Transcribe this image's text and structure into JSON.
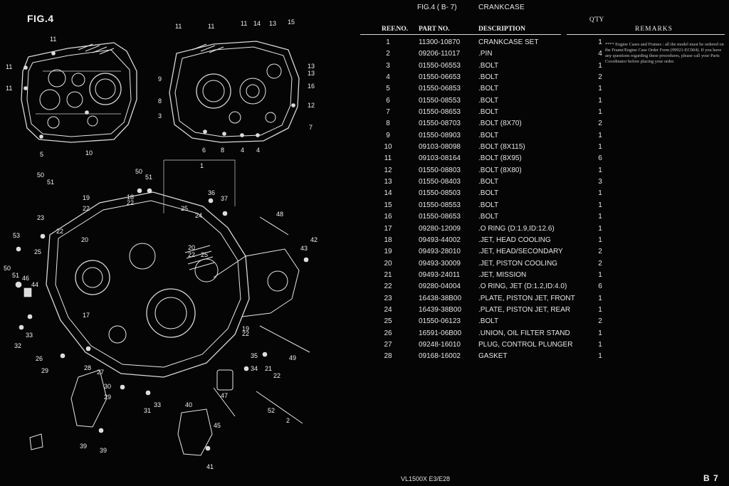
{
  "figure": {
    "label": "FIG.4"
  },
  "header": {
    "fig_ref": "FIG.4  ( B- 7)",
    "title": "CRANKCASE"
  },
  "table": {
    "columns": {
      "ref": "REF.NO.",
      "part": "PART NO.",
      "desc": "DESCRIPTION",
      "qty": "Q'TY",
      "remarks": "REMARKS"
    },
    "rows": [
      {
        "ref": "1",
        "part": "11300-10870",
        "desc": "CRANKCASE SET",
        "qty": "1"
      },
      {
        "ref": "2",
        "part": "09206-11017",
        "desc": ".PIN",
        "qty": "4"
      },
      {
        "ref": "3",
        "part": "01550-06553",
        "desc": ".BOLT",
        "qty": "1"
      },
      {
        "ref": "4",
        "part": "01550-06653",
        "desc": ".BOLT",
        "qty": "2"
      },
      {
        "ref": "5",
        "part": "01550-06853",
        "desc": ".BOLT",
        "qty": "1"
      },
      {
        "ref": "6",
        "part": "01550-08553",
        "desc": ".BOLT",
        "qty": "1"
      },
      {
        "ref": "7",
        "part": "01550-08653",
        "desc": ".BOLT",
        "qty": "1"
      },
      {
        "ref": "8",
        "part": "01550-08703",
        "desc": ".BOLT (8X70)",
        "qty": "2"
      },
      {
        "ref": "9",
        "part": "01550-08903",
        "desc": ".BOLT",
        "qty": "1"
      },
      {
        "ref": "10",
        "part": "09103-08098",
        "desc": ".BOLT (8X115)",
        "qty": "1"
      },
      {
        "ref": "11",
        "part": "09103-08164",
        "desc": ".BOLT (8X95)",
        "qty": "6"
      },
      {
        "ref": "12",
        "part": "01550-08803",
        "desc": ".BOLT (8X80)",
        "qty": "1"
      },
      {
        "ref": "13",
        "part": "01550-08403",
        "desc": ".BOLT",
        "qty": "3"
      },
      {
        "ref": "14",
        "part": "01550-08503",
        "desc": ".BOLT",
        "qty": "1"
      },
      {
        "ref": "15",
        "part": "01550-08553",
        "desc": ".BOLT",
        "qty": "1"
      },
      {
        "ref": "16",
        "part": "01550-08653",
        "desc": ".BOLT",
        "qty": "1"
      },
      {
        "ref": "17",
        "part": "09280-12009",
        "desc": ".O RING (D:1.9,ID:12.6)",
        "qty": "1"
      },
      {
        "ref": "18",
        "part": "09493-44002",
        "desc": ".JET, HEAD COOLING",
        "qty": "1"
      },
      {
        "ref": "19",
        "part": "09493-28010",
        "desc": ".JET, HEAD/SECONDARY",
        "qty": "2"
      },
      {
        "ref": "20",
        "part": "09493-30009",
        "desc": ".JET, PISTON COOLING",
        "qty": "2"
      },
      {
        "ref": "21",
        "part": "09493-24011",
        "desc": ".JET, MISSION",
        "qty": "1"
      },
      {
        "ref": "22",
        "part": "09280-04004",
        "desc": ".O RING, JET (D:1.2,ID:4.0)",
        "qty": "6"
      },
      {
        "ref": "23",
        "part": "16438-38B00",
        "desc": ".PLATE, PISTON JET, FRONT",
        "qty": "1"
      },
      {
        "ref": "24",
        "part": "16439-38B00",
        "desc": ".PLATE, PISTON JET, REAR",
        "qty": "1"
      },
      {
        "ref": "25",
        "part": "01550-06123",
        "desc": ".BOLT",
        "qty": "2"
      },
      {
        "ref": "26",
        "part": "16591-06B00",
        "desc": ".UNION, OIL FILTER STAND",
        "qty": "1"
      },
      {
        "ref": "27",
        "part": "09248-16010",
        "desc": "PLUG, CONTROL PLUNGER",
        "qty": "1"
      },
      {
        "ref": "28",
        "part": "09168-16002",
        "desc": "GASKET",
        "qty": "1"
      }
    ],
    "remarks": "**** Engine Cases and Frames : all the model must be ordered on the Frame/Engine Case Order Form (99921-EC004). If you have any questions regarding these procedures, please call your Parts Coordinator before placing your order."
  },
  "footer": {
    "model": "VL1500X  E3/E28",
    "page": "B 7"
  }
}
